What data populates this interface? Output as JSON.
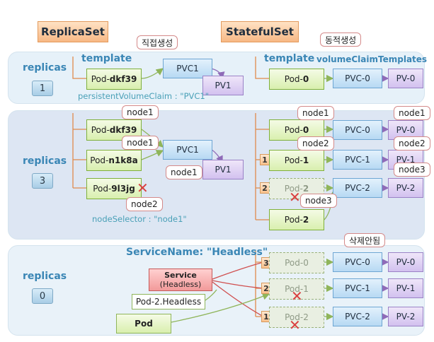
{
  "headers": {
    "replicaset": "ReplicaSet",
    "statefulset": "StatefulSet"
  },
  "sections": {
    "top": {
      "replicas_label": "replicas",
      "replicas_value": "1",
      "rs_template": "template",
      "ss_template": "template",
      "vct_label": "volumeClaimTemplates",
      "rs_callout": "직접생성",
      "ss_callout": "동적생성",
      "rs_pod_prefix": "Pod-",
      "rs_pod_suffix": "dkf39",
      "rs_pvc": "PVC1",
      "rs_pv": "PV1",
      "pvc_annotation": "persistentVolumeClaim : \"PVC1\"",
      "ss_pod_prefix": "Pod-",
      "ss_pod_suffix": "0",
      "ss_pvc": "PVC-0",
      "ss_pv": "PV-0"
    },
    "middle": {
      "replicas_label": "replicas",
      "replicas_value": "3",
      "rs_pods": [
        {
          "prefix": "Pod-",
          "suffix": "dkf39",
          "node": "node1"
        },
        {
          "prefix": "Pod-",
          "suffix": "n1k8a",
          "node": "node1"
        },
        {
          "prefix": "Pod-",
          "suffix": "9l3jg",
          "node": "node2"
        }
      ],
      "rs_pvc": "PVC1",
      "rs_pv": "PV1",
      "pvc_node": "node1",
      "node_selector": "nodeSelector : \"node1\"",
      "ss_rows": [
        {
          "pod_prefix": "Pod-",
          "pod_suffix": "0",
          "pod_node": "node1",
          "pvc": "PVC-0",
          "pv": "PV-0",
          "pv_node": "node1",
          "order": ""
        },
        {
          "pod_prefix": "Pod-",
          "pod_suffix": "1",
          "pod_node": "node2",
          "pvc": "PVC-1",
          "pv": "PV-1",
          "pv_node": "node2",
          "order": "1"
        },
        {
          "pod_prefix": "Pod-",
          "pod_suffix": "2",
          "pod_node": "",
          "pvc": "PVC-2",
          "pv": "PV-2",
          "pv_node": "node3",
          "order": "2"
        }
      ],
      "ss_new_pod_prefix": "Pod-",
      "ss_new_pod_suffix": "2",
      "ss_new_pod_node": "node3"
    },
    "bottom": {
      "replicas_label": "replicas",
      "replicas_value": "0",
      "service_name": "ServiceName: \"Headless\"",
      "service_title": "Service",
      "service_sub": "(Headless)",
      "dns_label": "Pod-2.Headless",
      "client_pod": "Pod",
      "not_deleted": "삭제안됨",
      "rows": [
        {
          "order": "3",
          "pod": "Pod-0",
          "pvc": "PVC-0",
          "pv": "PV-0"
        },
        {
          "order": "2",
          "pod": "Pod-1",
          "pvc": "PVC-1",
          "pv": "PV-1"
        },
        {
          "order": "1",
          "pod": "Pod-2",
          "pvc": "PVC-2",
          "pv": "PV-2"
        }
      ]
    }
  },
  "colors": {
    "panel_top": "#e6f1f9",
    "panel_mid": "#dde6f3",
    "panel_bottom": "#e9f2f9",
    "edge_orange": "#e08a4c",
    "edge_red": "#d05050",
    "edge_green": "#8fb55a",
    "accent_blue": "#3a86b5"
  }
}
